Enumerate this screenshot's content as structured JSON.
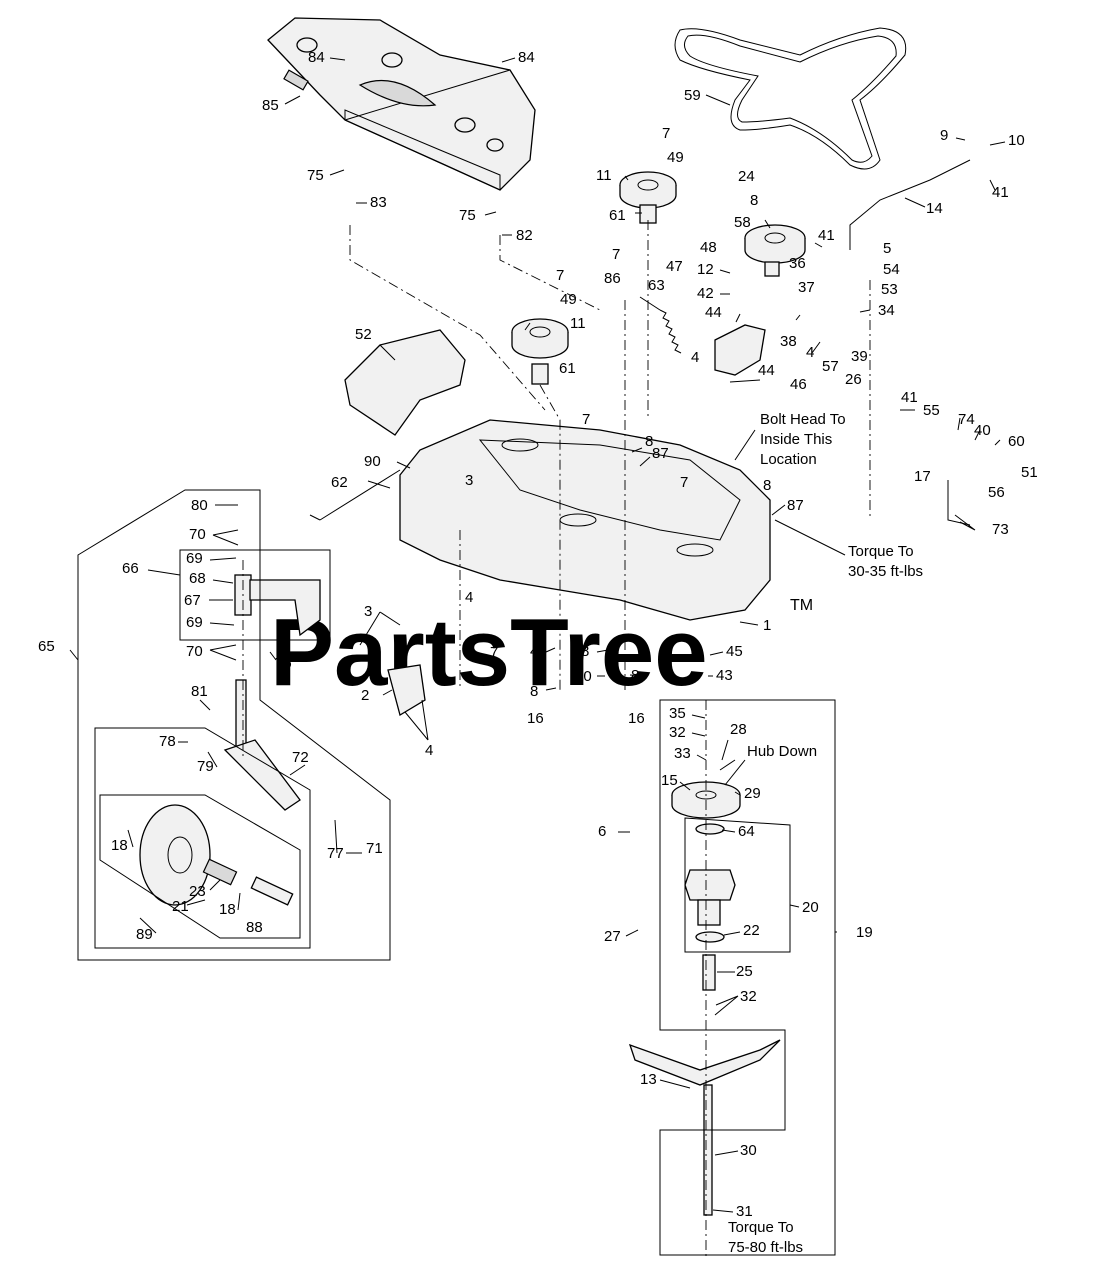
{
  "watermark": {
    "brand": "PartsTree",
    "tm": "TM"
  },
  "labels": {
    "p84a": "84",
    "p84b": "84",
    "p85": "85",
    "p75a": "75",
    "p83": "83",
    "p75b": "75",
    "p82": "82",
    "p59": "59",
    "p9": "9",
    "p10": "10",
    "p41a": "41",
    "p14": "14",
    "p7a": "7",
    "p49a": "49",
    "p11a": "11",
    "p61a": "61",
    "p24": "24",
    "p8a": "8",
    "p58": "58",
    "p41b": "41",
    "p5": "5",
    "p54": "54",
    "p53": "53",
    "p34": "34",
    "p48": "48",
    "p12": "12",
    "p42": "42",
    "p36": "36",
    "p37": "37",
    "p44a": "44",
    "p38": "38",
    "p4a": "4",
    "p39": "39",
    "p57": "57",
    "p26": "26",
    "p7b": "7",
    "p86": "86",
    "p47": "47",
    "p63": "63",
    "p7c": "7",
    "p49b": "49",
    "p11b": "11",
    "p61b": "61",
    "p52": "52",
    "p4b": "4",
    "p44b": "44",
    "p46": "46",
    "p41c": "41",
    "p55": "55",
    "p74": "74",
    "p40": "40",
    "p60": "60",
    "p51": "51",
    "p17": "17",
    "p56": "56",
    "p73": "73",
    "p7d": "7",
    "p8b": "8",
    "p87a": "87",
    "p90": "90",
    "p3a": "3",
    "p62": "62",
    "p7e": "7",
    "p8c": "8",
    "p87b": "87",
    "p80": "80",
    "p70a": "70",
    "p69a": "69",
    "p66": "66",
    "p68": "68",
    "p67": "67",
    "p69b": "69",
    "p70b": "70",
    "p65": "65",
    "p76": "76",
    "p3b": "3",
    "p4c": "4",
    "p7f": "7",
    "p1": "1",
    "p4d": "4",
    "p8d": "8",
    "p8e": "8",
    "p50": "50",
    "p8f": "8",
    "p45": "45",
    "p43": "43",
    "p16a": "16",
    "p16b": "16",
    "p2": "2",
    "p4e": "4",
    "p81": "81",
    "p78": "78",
    "p79": "79",
    "p72": "72",
    "p77": "77",
    "p71": "71",
    "p18a": "18",
    "p23": "23",
    "p21": "21",
    "p18b": "18",
    "p89": "89",
    "p88": "88",
    "p35": "35",
    "p28": "28",
    "p32a": "32",
    "p33": "33",
    "p15": "15",
    "p29": "29",
    "p6": "6",
    "p64": "64",
    "p20": "20",
    "p19": "19",
    "p27": "27",
    "p22": "22",
    "p25": "25",
    "p32b": "32",
    "p13": "13",
    "p30": "30",
    "p31": "31"
  },
  "notes": {
    "bolt_head_1": "Bolt Head To",
    "bolt_head_2": "Inside This",
    "bolt_head_3": "Location",
    "torque_deck_1": "Torque To",
    "torque_deck_2": "30-35 ft-lbs",
    "hub_down": "Hub Down",
    "torque_blade_1": "Torque To",
    "torque_blade_2": "75-80 ft-lbs"
  }
}
